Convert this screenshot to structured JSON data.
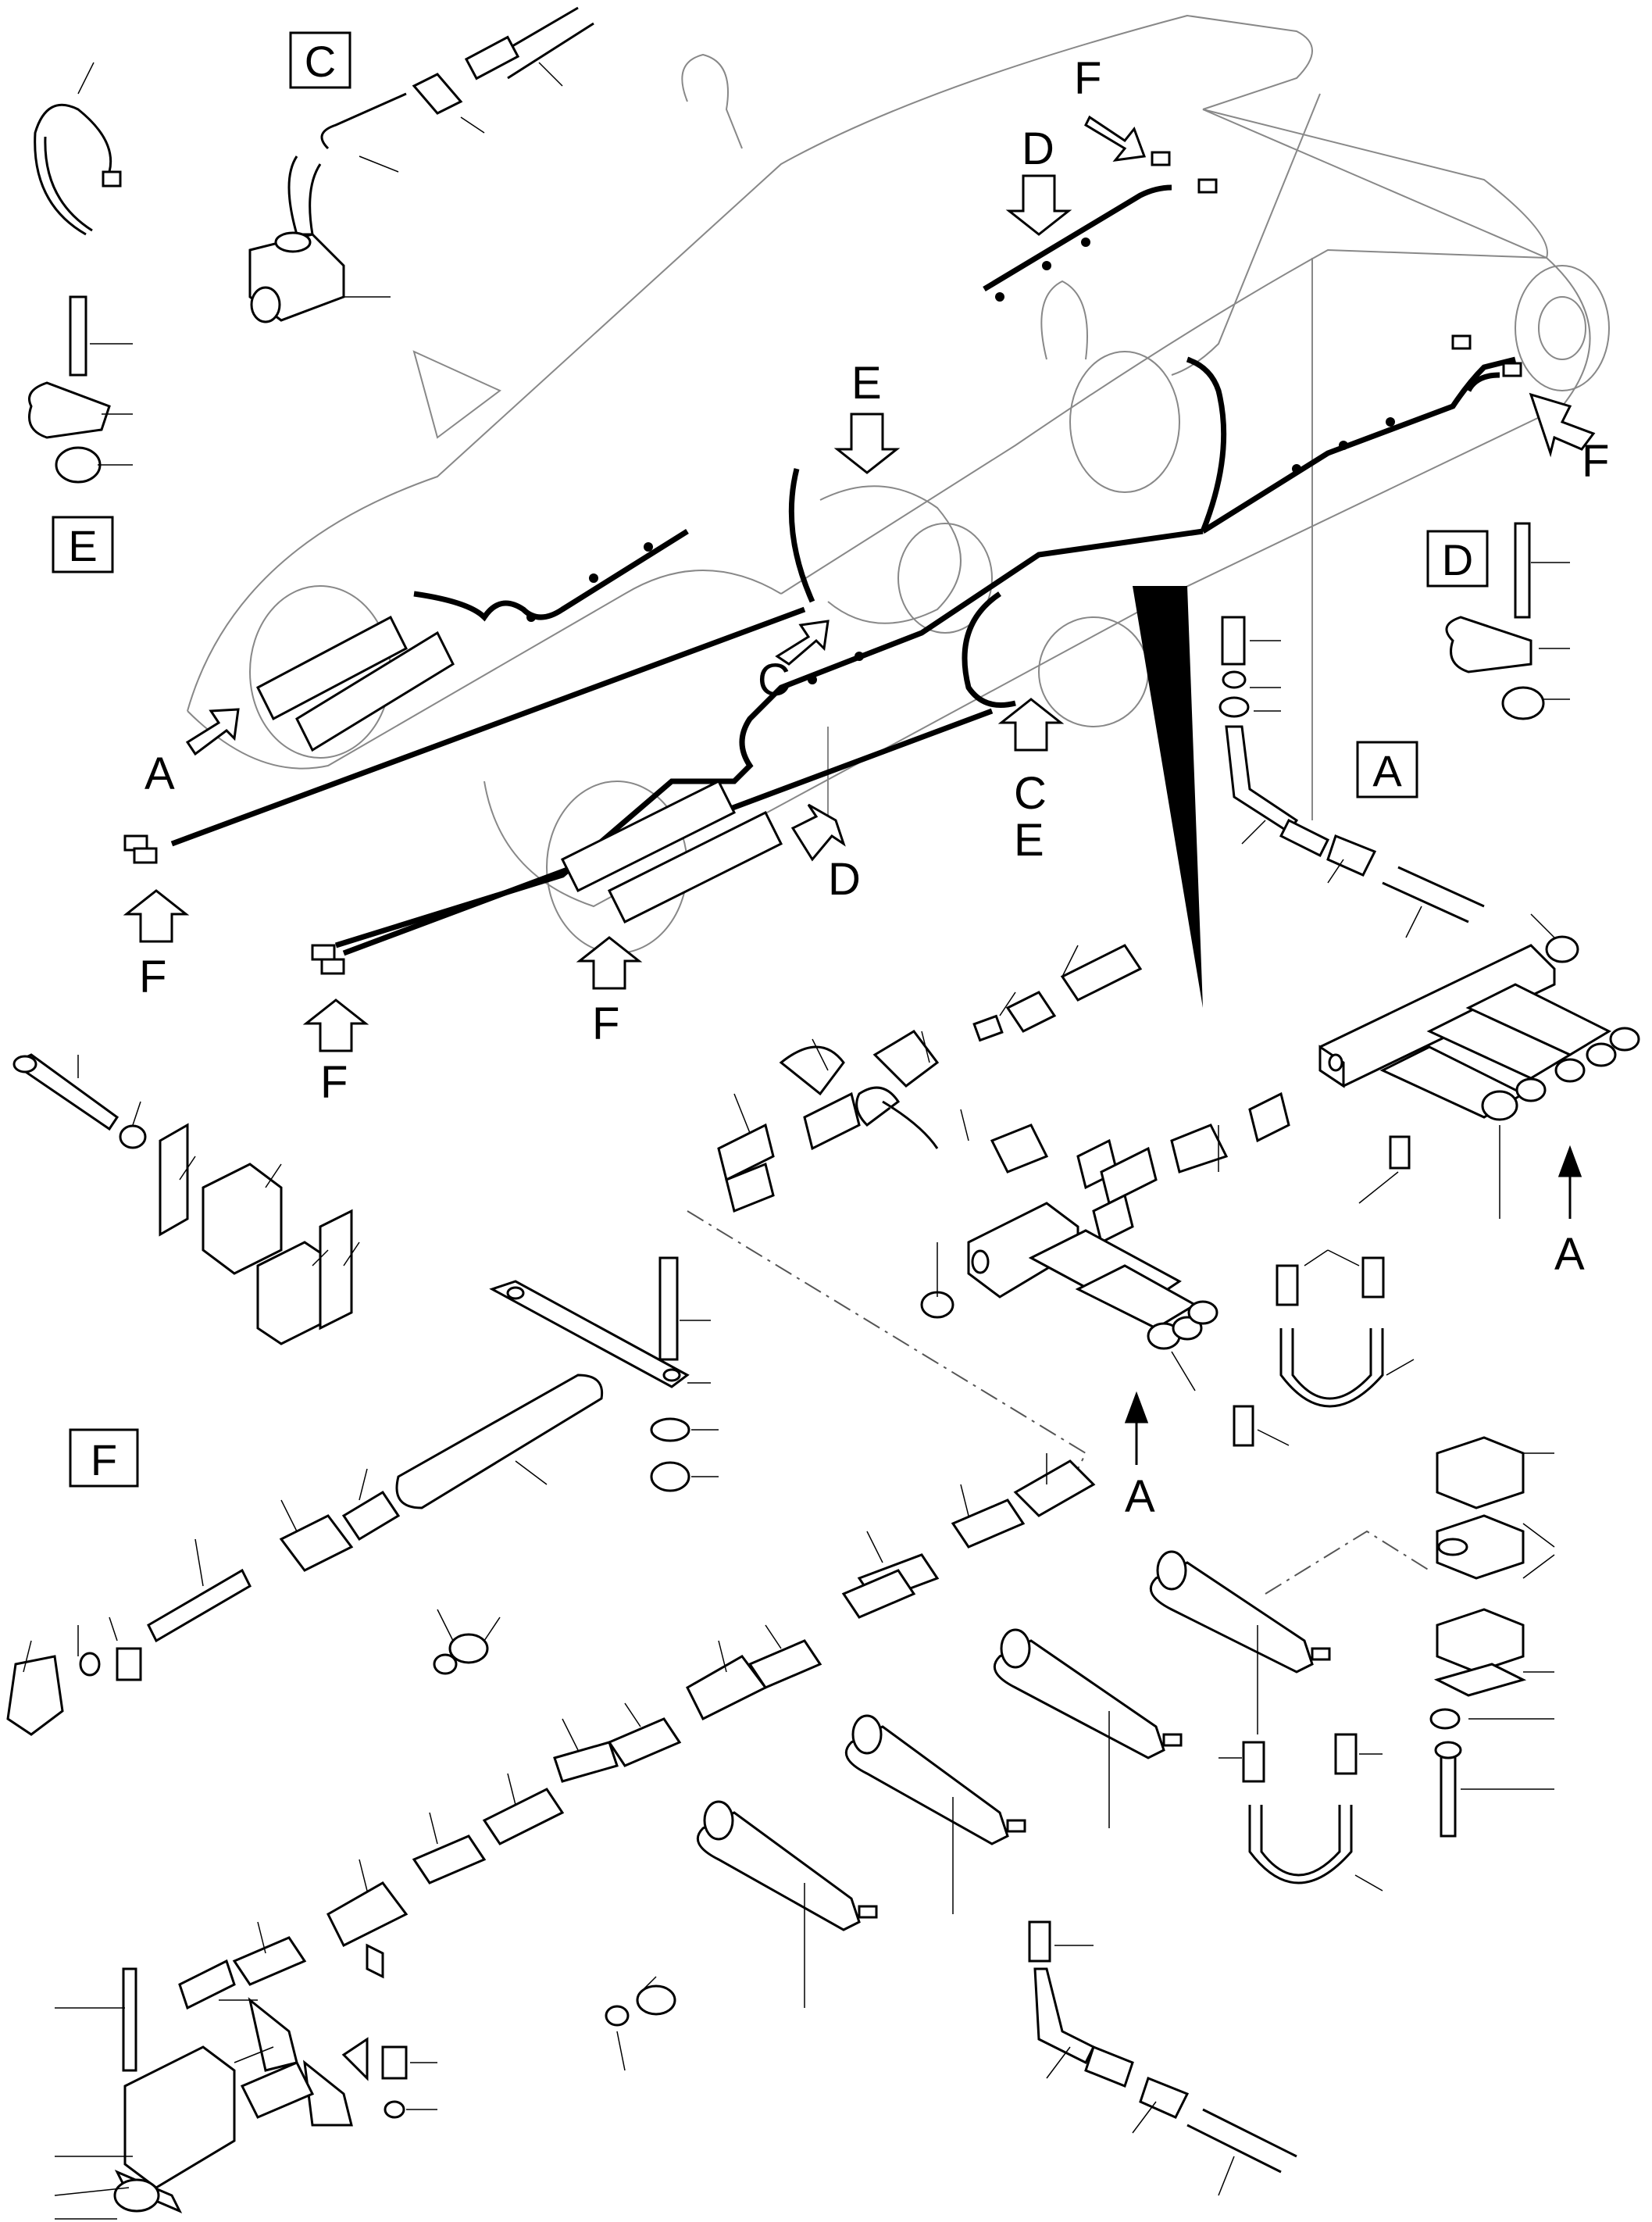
{
  "diagram": {
    "section_boxes": {
      "C": "C",
      "E": "E",
      "D": "D",
      "A": "A",
      "F": "F"
    },
    "callouts": {
      "f_top": "F",
      "d_top": "D",
      "e_mid": "E",
      "f_right": "F",
      "a_left": "A",
      "c_mid": "C",
      "c_lower": "C",
      "e_lower": "E",
      "d_lower": "D",
      "f_left1": "F",
      "f_left2": "F",
      "f_mid": "F",
      "a_right": "A",
      "a_center": "A"
    },
    "colors": {
      "ink": "#000000",
      "sketch": "#777777",
      "paper": "#ffffff"
    }
  }
}
